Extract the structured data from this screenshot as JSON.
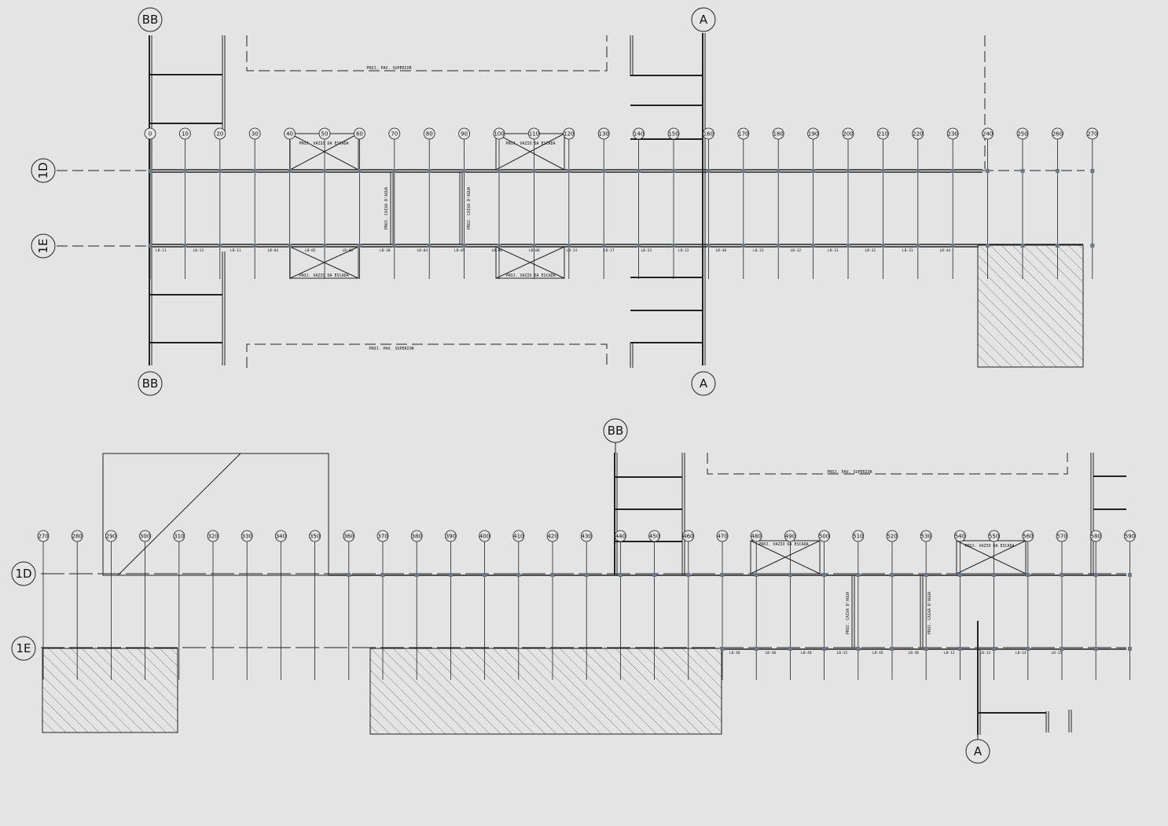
{
  "colors": {
    "background": "#e4e4e4",
    "line": "#222222",
    "beam": "#5a6a7a",
    "hatch": "#555555"
  },
  "grid_lines": {
    "top": {
      "left_top": "BB",
      "left_bottom": "BB",
      "right_top": "A",
      "right_bottom": "A",
      "row_d": "1D",
      "row_e": "1E"
    },
    "bottom": {
      "bb": "BB",
      "a": "A",
      "row_d": "1D",
      "row_e": "1E"
    }
  },
  "axes_top": [
    "0",
    "10",
    "20",
    "30",
    "40",
    "50",
    "60",
    "70",
    "80",
    "90",
    "100",
    "110",
    "120",
    "130",
    "140",
    "150",
    "160",
    "170",
    "180",
    "190",
    "200",
    "210",
    "220",
    "230",
    "240",
    "250",
    "260",
    "270"
  ],
  "axes_bottom": [
    "270",
    "280",
    "290",
    "300",
    "310",
    "320",
    "330",
    "340",
    "350",
    "360",
    "370",
    "380",
    "390",
    "400",
    "410",
    "420",
    "430",
    "440",
    "450",
    "460",
    "470",
    "480",
    "490",
    "500",
    "510",
    "520",
    "530",
    "540",
    "550",
    "560",
    "570",
    "580",
    "590"
  ],
  "notes": {
    "upper_floor": "PROJ. PAV. SUPERIOR",
    "stair_void": "PROJ. VAZIO DA ESCADA",
    "water_tank": "PROJ. CAIXA D'AGUA"
  },
  "beam_tags_top": [
    "LB-11",
    "LB-13",
    "LB-11",
    "LB-04",
    "LB-05",
    "LB-06",
    "LB-30",
    "LB-04",
    "LB-05",
    "LB-06",
    "LB-06",
    "LB-14",
    "LB-17",
    "LB-33",
    "LB-22",
    "LB-30",
    "LB-31",
    "LB-32",
    "LB-31",
    "LB-32",
    "LB-31",
    "LB-44"
  ],
  "beam_tags_bottom": [
    "LB-46",
    "LB-48",
    "LB-48",
    "LB-15",
    "LB-46",
    "LB-46",
    "LB-12",
    "LB-13",
    "LB-14",
    "LB-15"
  ]
}
